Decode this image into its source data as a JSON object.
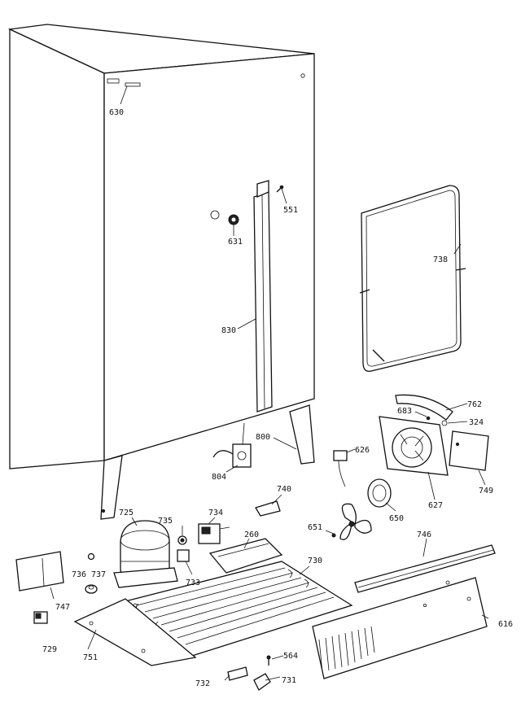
{
  "callouts": [
    {
      "id": "630",
      "text": "630"
    },
    {
      "id": "551",
      "text": "551"
    },
    {
      "id": "631",
      "text": "631"
    },
    {
      "id": "738",
      "text": "738"
    },
    {
      "id": "830",
      "text": "830"
    },
    {
      "id": "762",
      "text": "762"
    },
    {
      "id": "683",
      "text": "683"
    },
    {
      "id": "324",
      "text": "324"
    },
    {
      "id": "800",
      "text": "800"
    },
    {
      "id": "626",
      "text": "626"
    },
    {
      "id": "804",
      "text": "804"
    },
    {
      "id": "749",
      "text": "749"
    },
    {
      "id": "627",
      "text": "627"
    },
    {
      "id": "740",
      "text": "740"
    },
    {
      "id": "650",
      "text": "650"
    },
    {
      "id": "725",
      "text": "725"
    },
    {
      "id": "735",
      "text": "735"
    },
    {
      "id": "734",
      "text": "734"
    },
    {
      "id": "651",
      "text": "651"
    },
    {
      "id": "746",
      "text": "746"
    },
    {
      "id": "260",
      "text": "260"
    },
    {
      "id": "730",
      "text": "730"
    },
    {
      "id": "736",
      "text": "736"
    },
    {
      "id": "737",
      "text": "737"
    },
    {
      "id": "733",
      "text": "733"
    },
    {
      "id": "747",
      "text": "747"
    },
    {
      "id": "616",
      "text": "616"
    },
    {
      "id": "729",
      "text": "729"
    },
    {
      "id": "751",
      "text": "751"
    },
    {
      "id": "564",
      "text": "564"
    },
    {
      "id": "732",
      "text": "732"
    },
    {
      "id": "731",
      "text": "731"
    }
  ]
}
